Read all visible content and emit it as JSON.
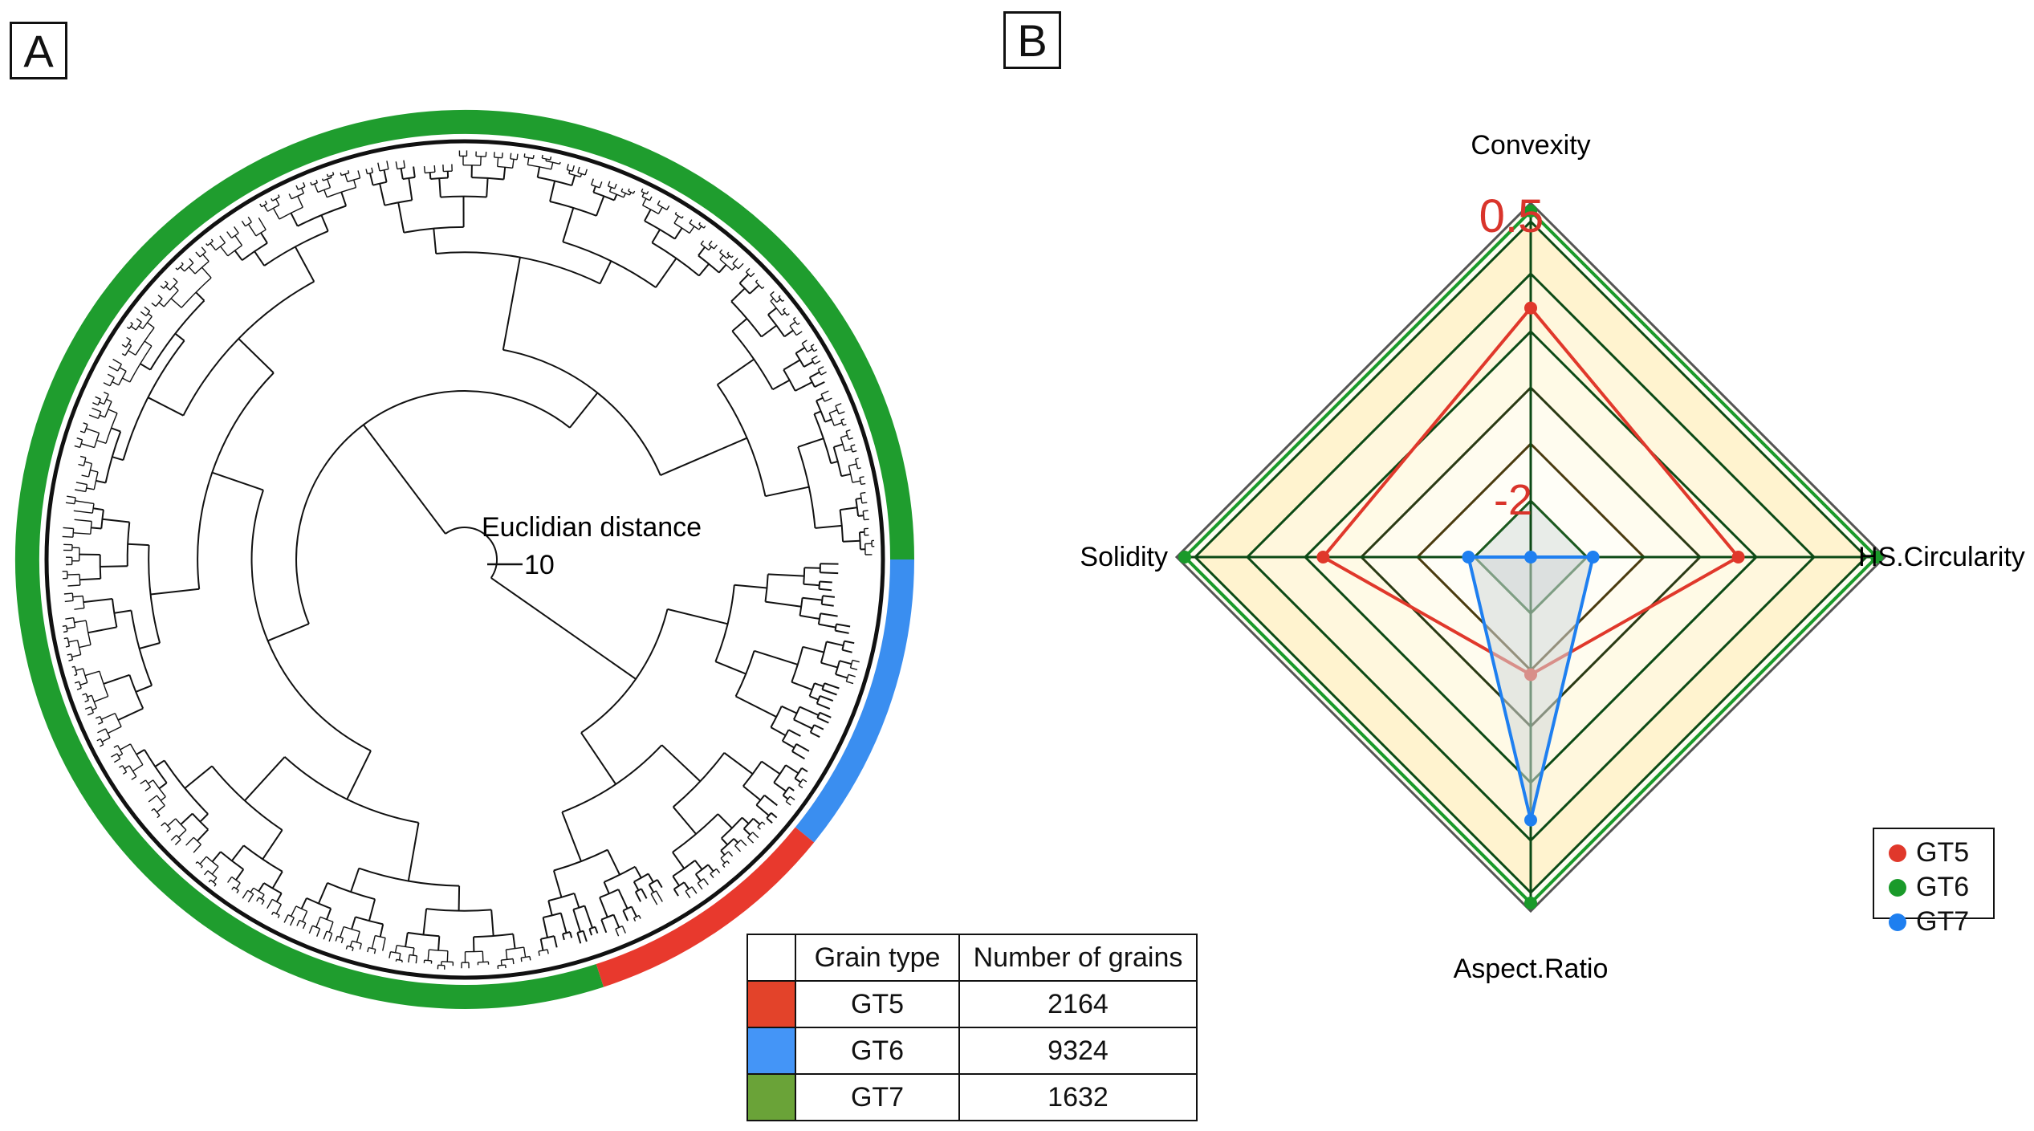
{
  "panels": {
    "a_label": "A",
    "b_label": "B"
  },
  "dendrogram": {
    "scale_title": "Euclidian distance",
    "scale_value": "10",
    "colors": {
      "GT5": "#e8392d",
      "GT6": "#3a8ef0",
      "GT7": "#1f9d2e"
    }
  },
  "grain_table": {
    "headers": [
      "",
      "Grain type",
      "Number of grains"
    ],
    "rows": [
      {
        "type": "GT5",
        "count": "2164",
        "color": "#e3432a"
      },
      {
        "type": "GT6",
        "count": "9324",
        "color": "#4495f7"
      },
      {
        "type": "GT7",
        "count": "1632",
        "color": "#6aa338"
      }
    ]
  },
  "chart_data": {
    "type": "radar",
    "axes": [
      "Convexity",
      "HS.Circularity",
      "Aspect.Ratio",
      "Solidity"
    ],
    "ring_labels": {
      "max": "0.5",
      "min": "-2"
    },
    "range": [
      -2,
      0.5
    ],
    "series": [
      {
        "name": "GT5",
        "color": "#e0382b",
        "values": [
          -0.2,
          -0.5,
          -1.15,
          -0.5
        ]
      },
      {
        "name": "GT6",
        "color": "#1a9a2a",
        "values": [
          0.5,
          0.5,
          0.5,
          0.5
        ]
      },
      {
        "name": "GT7",
        "color": "#1e7ff0",
        "values": [
          -2,
          -1.55,
          -0.1,
          -1.55
        ]
      }
    ],
    "legend": [
      "GT5",
      "GT6",
      "GT7"
    ],
    "legend_position": "bottom-right"
  }
}
